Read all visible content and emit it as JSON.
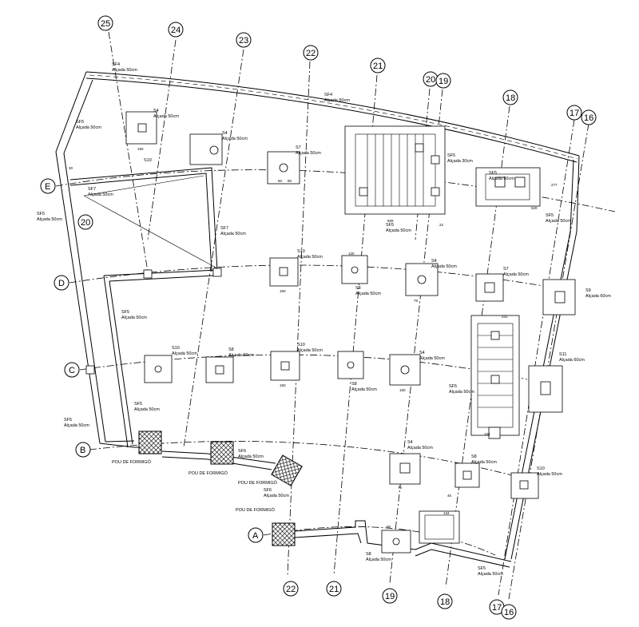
{
  "grid_bubbles": {
    "b25": "25",
    "b24": "24",
    "b23": "23",
    "b22_top": "22",
    "b21_top": "21",
    "b20": "20",
    "b19_top": "19",
    "b18_top": "18",
    "b17_top": "17",
    "b16_top": "16",
    "bE": "E",
    "bD": "D",
    "bC": "C",
    "bB": "B",
    "bA": "A",
    "b22_bot": "22",
    "b21_bot": "21",
    "b19_bot": "19",
    "b18_bot": "18",
    "b17_bot": "17",
    "b16_bot": "16",
    "b20_circle": "20"
  },
  "beams": {
    "sf4_a": "SF4",
    "sf4_a_h": "Alçada 50cm",
    "sf4_b": "SF4",
    "sf4_b_h": "Alçada 50cm",
    "sf5_a": "SF5",
    "sf5_a_h": "Alçada 50cm",
    "sf5_b": "SF5",
    "sf5_b_h": "Alçada 50cm",
    "sf5_c": "SF5",
    "sf5_c_h": "Alçada 50cm",
    "sf5_d": "SF5",
    "sf5_d_h": "Alçada 50cm",
    "sf5_e": "SF5",
    "sf5_e_h": "Alçada 50cm",
    "sf5_f": "SF5",
    "sf5_f_h": "Alçada 50cm",
    "sf5_g": "SF5",
    "sf5_g_h": "Alçada 30cm",
    "sf5_h": "SF5",
    "sf5_h_h": "Alçada 50cm",
    "sf5_i": "SF5",
    "sf5_i_h": "Alçada 50cm",
    "sf5_j": "SF5",
    "sf5_j_h": "Alçada 50cm",
    "sf5_k": "SF5",
    "sf5_k_h": "Alçada 50cm",
    "sf6_a": "SF6",
    "sf6_a_h": "Alçada 50cm",
    "sf6_b": "SF6",
    "sf6_b_h": "Alçada 50cm",
    "sf7_a": "SF7",
    "sf7_a_h": "Alçada 50cm",
    "sf7_b": "SF7",
    "sf7_b_h": "Alçada 50cm"
  },
  "footings": {
    "s4_a": "S4",
    "s4_a_h": "Alçada 50cm",
    "s4_b": "S4",
    "s4_b_h": "Alçada 50cm",
    "s4_c": "S4",
    "s4_c_h": "Alçada 50cm",
    "s4_d": "S4",
    "s4_d_h": "Alçada 50cm",
    "s4_e": "S4",
    "s4_e_h": "Alçada 50cm",
    "s7_a": "S7",
    "s7_a_h": "Alçada 50cm",
    "s7_b": "S7",
    "s7_b_h": "Alçada 50cm",
    "s8_a": "S8",
    "s8_a_h": "Alçada 50cm",
    "s8_b": "S8",
    "s8_b_h": "Alçada 50cm",
    "s8_c": "S8",
    "s8_c_h": "Alçada 50cm",
    "s8_d": "S8",
    "s8_d_h": "Alçada 50cm",
    "s8_e": "S8",
    "s8_e_h": "Alçada 50cm",
    "s9": "S9",
    "s9_h": "Alçada 60cm",
    "s10_a": "S10",
    "s10_b": "S10",
    "s10_b_h": "Alçada 50cm",
    "s10_c": "S10",
    "s10_c_h": "Alçada 50cm",
    "s10_d": "S10",
    "s10_d_h": "Alçada 50cm",
    "s10_e": "S10",
    "s10_e_h": "Alçada 50cm",
    "s11": "S11",
    "s11_h": "Alçada 60cm"
  },
  "pits": {
    "p1": "POU DE FORMIGÓ",
    "p2": "POU DE FORMIGÓ",
    "p3": "POU DE FORMIGÓ",
    "p4": "POU DE FORMIGÓ"
  },
  "dims": {
    "d150a": "150",
    "d150b": "150",
    "d150c": "150",
    "d150d": "150",
    "d120": "120",
    "d60": "60",
    "d80": "80",
    "d75a": "75",
    "d75b": "75",
    "d509": "509",
    "d277": "277",
    "d520": "520",
    "d30": "30",
    "d22": "22",
    "d241": "241",
    "d104": "104",
    "d134": "134",
    "d90": "90",
    "d45": "45"
  }
}
